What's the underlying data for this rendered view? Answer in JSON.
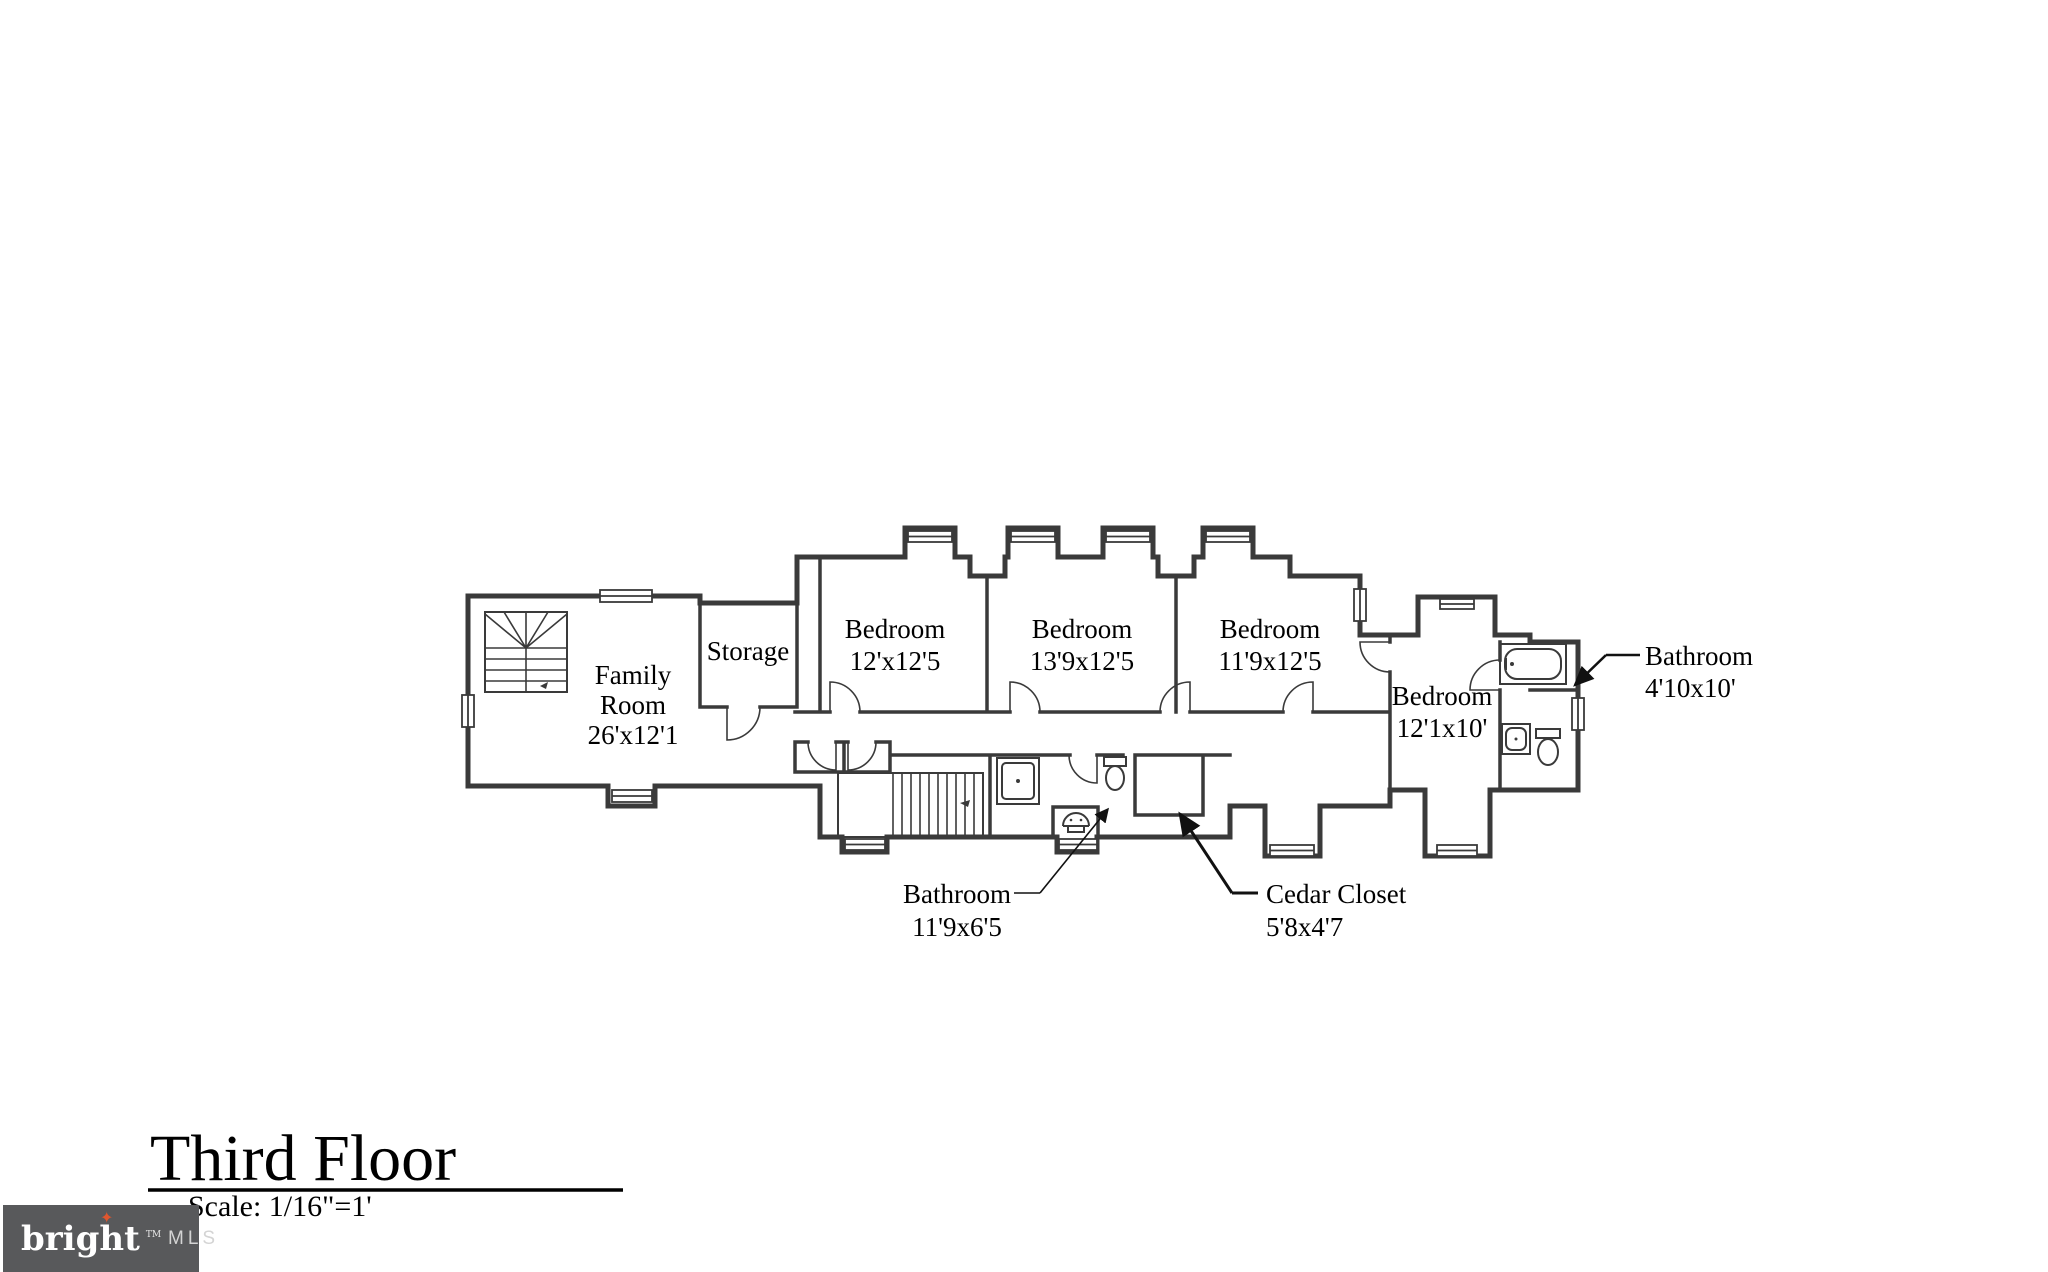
{
  "plan": {
    "rooms": {
      "family_room": {
        "name": "Family",
        "name2": "Room",
        "dims": "26'x12'1"
      },
      "storage": {
        "name": "Storage"
      },
      "bedroom_1": {
        "name": "Bedroom",
        "dims": "12'x12'5"
      },
      "bedroom_2": {
        "name": "Bedroom",
        "dims": "13'9x12'5"
      },
      "bedroom_3": {
        "name": "Bedroom",
        "dims": "11'9x12'5"
      },
      "bedroom_4": {
        "name": "Bedroom",
        "dims": "12'1x10'"
      },
      "bathroom_hall": {
        "name": "Bathroom",
        "dims": "11'9x6'5"
      },
      "cedar_closet": {
        "name": "Cedar Closet",
        "dims": "5'8x4'7"
      },
      "bathroom_ensuite": {
        "name": "Bathroom",
        "dims": "4'10x10'"
      }
    },
    "title": "Third Floor",
    "scale_label": "Scale: 1/16\"=1'"
  },
  "logo": {
    "brand": "bright",
    "trademark": "TM",
    "suffix": "MLS",
    "star_glyph": "✦"
  },
  "colors": {
    "wall": "#3a3a3a",
    "text": "#000000",
    "leader": "#111111",
    "logo_bg": "#58595b",
    "logo_star": "#e0562e",
    "logo_text": "#ffffff",
    "logo_mls": "#d4d4d4",
    "background": "#ffffff"
  }
}
